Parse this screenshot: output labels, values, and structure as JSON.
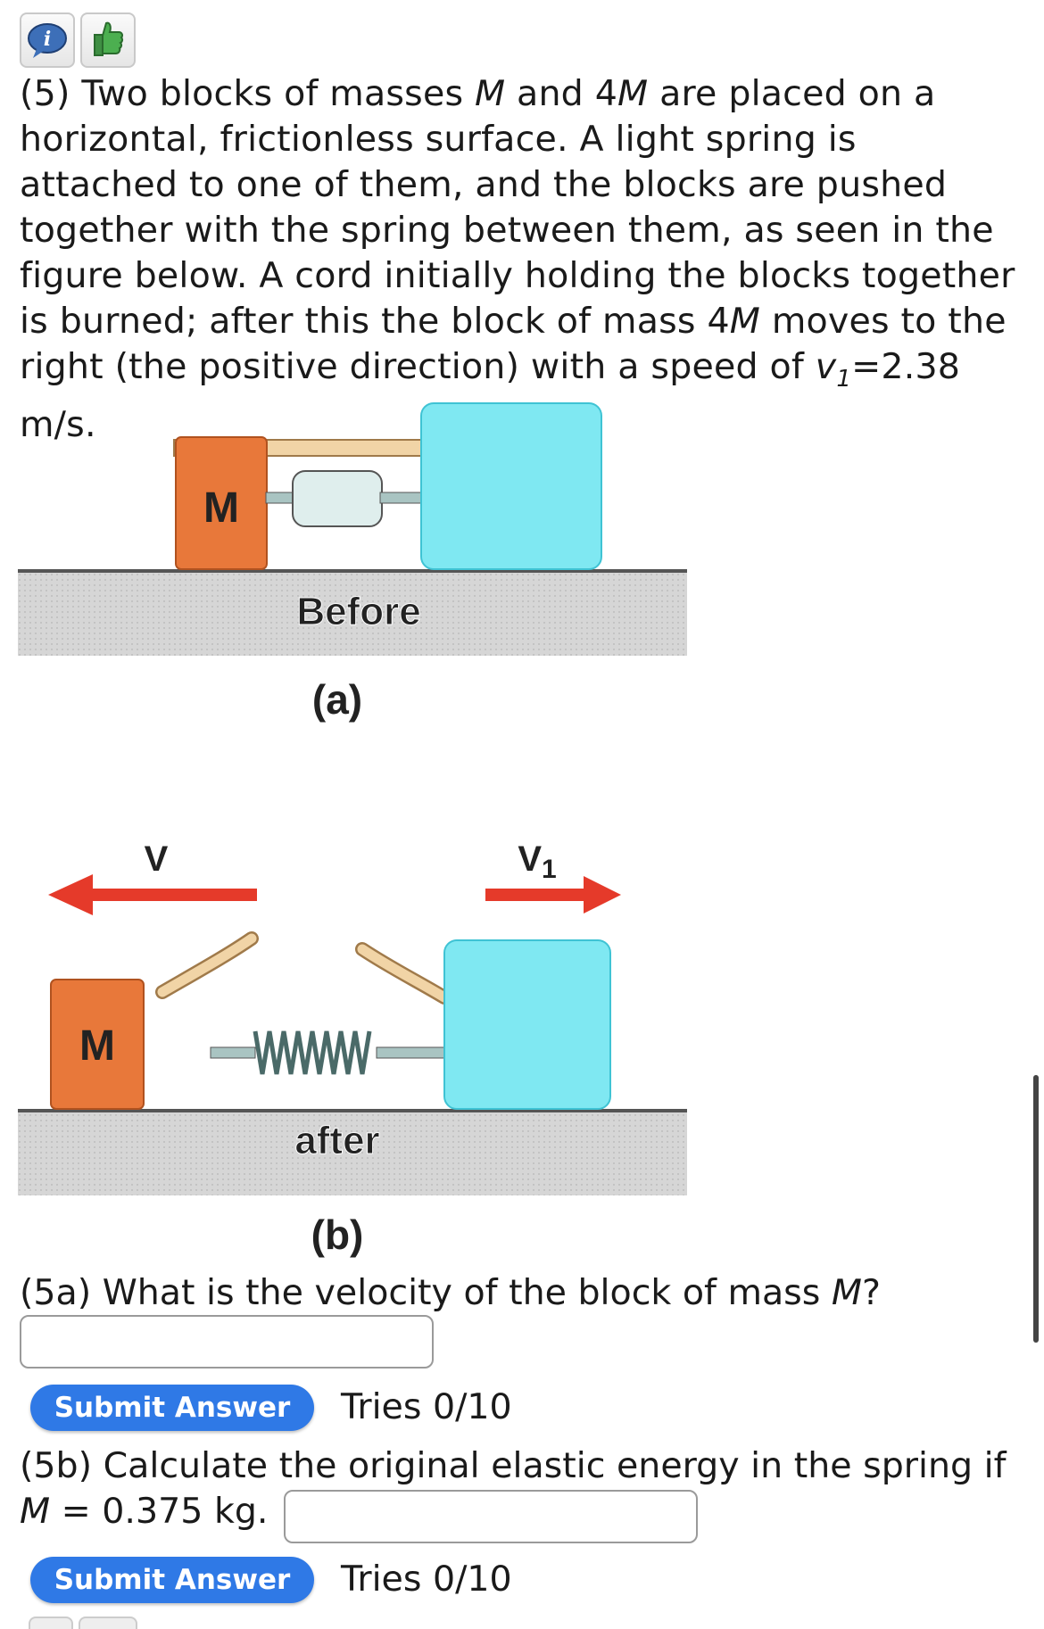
{
  "problem": {
    "number": "(5)",
    "text_1": " Two blocks of masses ",
    "mass_1": "M",
    "text_2": " and 4",
    "mass_2": "M",
    "text_3": " are placed on a horizontal, frictionless surface. A light spring is attached to one of them, and the blocks are pushed together with the spring between them, as seen in the figure below. A cord initially holding the blocks together is burned; after this the block of mass 4",
    "mass_3": "M",
    "text_4": " moves to the right (the positive direction) with a speed of ",
    "v_symbol": "v",
    "v_sub": "1",
    "v_value": "=2.38 m/s."
  },
  "figure": {
    "block_small_label_a": "M",
    "caption_before": "Before",
    "panel_a": "(a)",
    "arrow_left_label": "V",
    "arrow_right_label": "V",
    "arrow_right_sub": "1",
    "block_small_label_b": "M",
    "caption_after": "after",
    "panel_b": "(b)"
  },
  "q5a": {
    "prefix": "(5a) What is the velocity of the block of mass ",
    "mass": "M",
    "suffix": "?",
    "input_value": "",
    "submit_label": "Submit Answer",
    "tries": "Tries 0/10"
  },
  "q5b": {
    "text": "(5b) Calculate the original elastic energy in the spring if",
    "mass": "M",
    "equals": " = 0.375 kg.",
    "input_value": "",
    "submit_label": "Submit Answer",
    "tries": "Tries 0/10"
  },
  "icons": [
    "info-speech-bubble-icon",
    "thumbs-up-icon"
  ],
  "colors": {
    "small_block": "#e8783a",
    "large_block": "#7fe8f2",
    "arrow": "#e53a2a",
    "submit": "#2f79e6",
    "ground": "#6a6a6a"
  }
}
